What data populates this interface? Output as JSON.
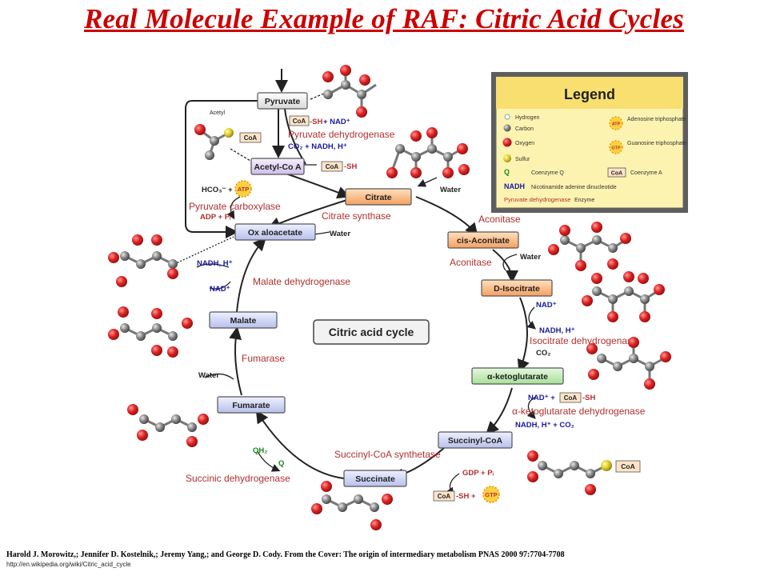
{
  "title": "Real Molecule Example of RAF: Citric Acid Cycles",
  "center_label": "Citric acid cycle",
  "metabolites": {
    "pyruvate": "Pyruvate",
    "acetyl_coa": "Acetyl-Co A",
    "citrate": "Citrate",
    "cis_aconitate": "cis-Aconitate",
    "d_isocitrate": "D-Isocitrate",
    "a_ketoglutarate": "α-ketoglutarate",
    "succinyl_coa": "Succinyl-CoA",
    "succinate": "Succinate",
    "fumarate": "Fumarate",
    "malate": "Malate",
    "oxaloacetate": "Ox aloacetate"
  },
  "enzymes": {
    "pyruvate_dh": "Pyruvate dehydrogenase",
    "pyruvate_carboxylase": "Pyruvate carboxylase",
    "citrate_synthase": "Citrate synthase",
    "aconitase_1": "Aconitase",
    "aconitase_2": "Aconitase",
    "isocitrate_dh": "Isocitrate dehydrogenase",
    "akg_dh": "α-ketoglutarate dehydrogenase",
    "succinyl_coa_synthetase": "Succinyl-CoA synthetase",
    "succinic_dh": "Succinic dehydrogenase",
    "fumarase": "Fumarase",
    "malate_dh": "Malate dehydrogenase"
  },
  "cofactors": {
    "coa_sh_1": "CoA",
    "sh_1": "-SH",
    "nad_1": "+ NAD⁺",
    "co2_nadh_1": "CO₂ + NADH, H⁺",
    "coa_acetyl": "CoA",
    "sh_2": "-SH",
    "acetyl_small": "Acetyl",
    "coa_left": "CoA",
    "hco3": "HCO₃⁻ +",
    "atp_1": "ATP",
    "adp_pi": "ADP + Pᵢ",
    "water_1": "Water",
    "water_2": "Water",
    "water_3": "Water",
    "water_4": "Water",
    "nadh_h_left": "NADH, H⁺",
    "nad_left": "NAD⁺",
    "nad_iso": "NAD⁺",
    "nadh_iso": "NADH, H⁺",
    "co2_iso": "CO₂",
    "nad_akg": "NAD⁺ +",
    "coa_akg": "CoA",
    "sh_akg": "-SH",
    "nadh_akg": "NADH, H⁺ + CO₂",
    "gdp_pi": "GDP + Pᵢ",
    "coa_succ": "CoA",
    "sh_succ": "-SH +",
    "gtp": "GTP",
    "qh2": "QH₂",
    "q": "Q",
    "coa_right_mol": "CoA"
  },
  "legend": {
    "title": "Legend",
    "items": [
      {
        "symbol": "o",
        "label": "Hydrogen"
      },
      {
        "symbol": "C",
        "label": "Carbon"
      },
      {
        "symbol": "O",
        "label": "Oxygen"
      },
      {
        "symbol": "S",
        "label": "Sulfur"
      },
      {
        "symbol": "Q",
        "label": "Coenzyme Q"
      },
      {
        "symbol": "NADH",
        "label": "Nicotinamide adenine dinucleotide"
      },
      {
        "symbol": "Pyruvate dehydrogenase",
        "label": "Enzyme"
      }
    ],
    "right_items": [
      {
        "symbol": "ATP",
        "label": "Adenosine triphosphate"
      },
      {
        "symbol": "GTP",
        "label": "Guanosine triphosphate"
      },
      {
        "symbol": "CoA",
        "label": "Coenzyme A"
      }
    ]
  },
  "colors": {
    "title": "#cc0000",
    "enzyme_text": "#b03030",
    "cofactor_blue": "#1a1aa0",
    "cycle_arrow": "#222222",
    "legend_bg": "#fdf3b0",
    "legend_border": "#666666",
    "oxygen": "#d42020",
    "carbon": "#888888"
  },
  "footer": {
    "citation": "Harold J. Morowitz,; Jennifer D. Kostelnik,; Jeremy Yang,; and George D. Cody. From the Cover: The origin of intermediary metabolism PNAS 2000 97:7704-7708",
    "url": "http://en.wikipedia.org/wiki/Citric_acid_cycle"
  }
}
